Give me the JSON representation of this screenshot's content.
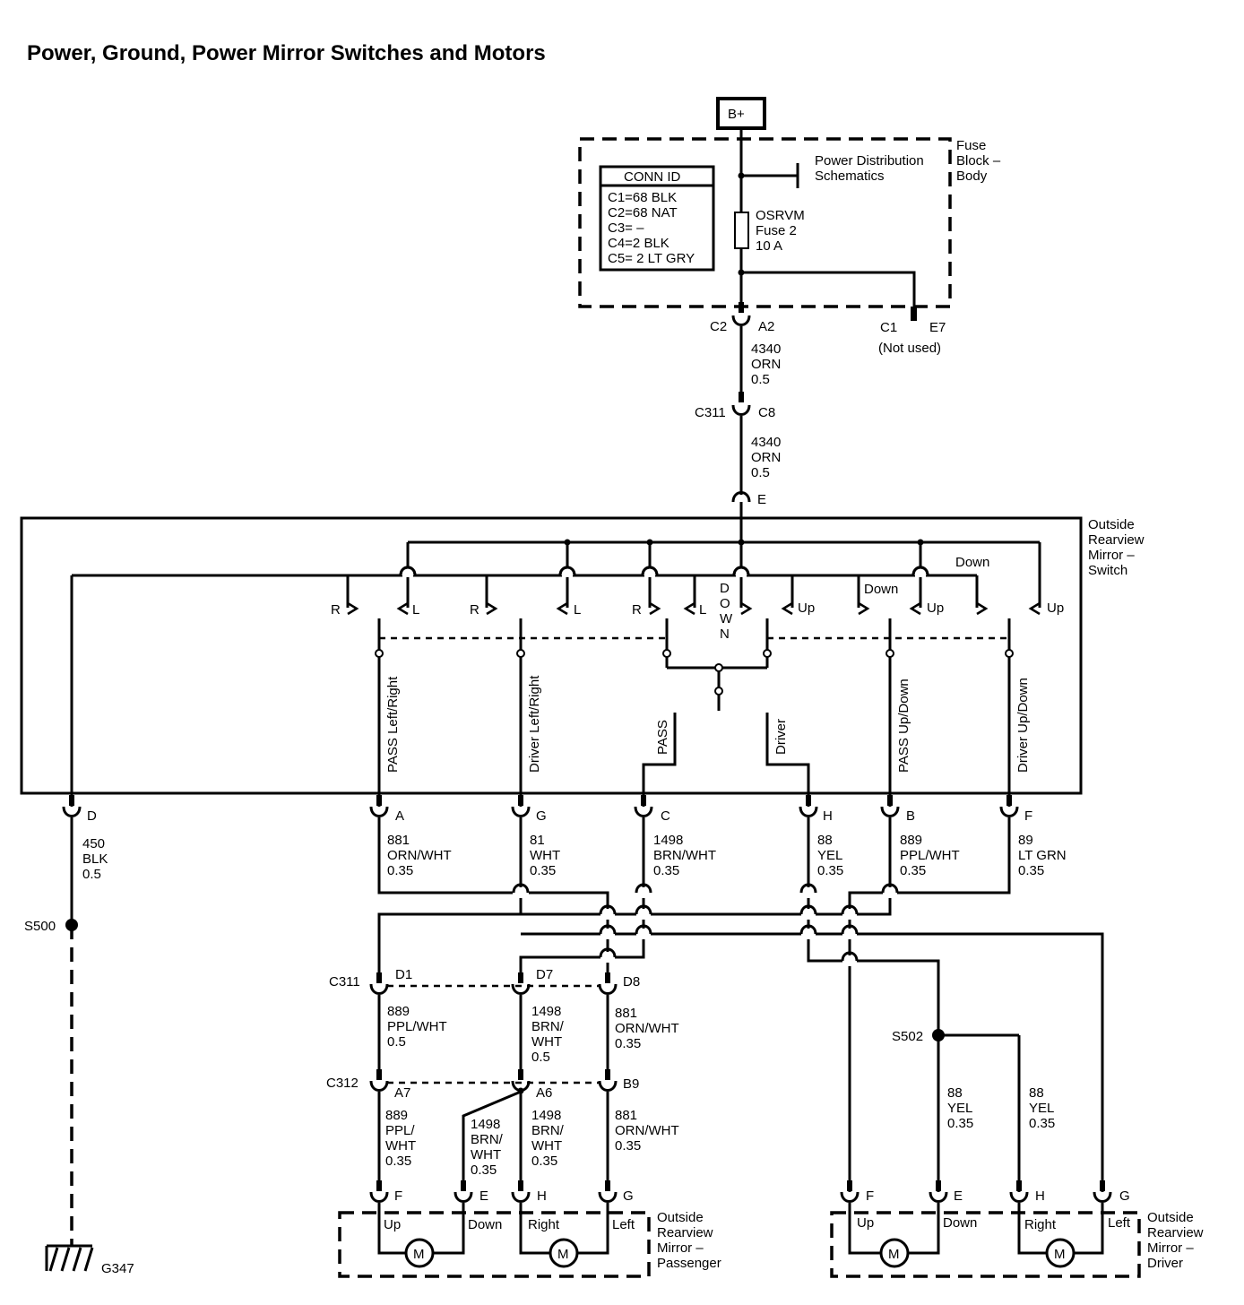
{
  "title": "Power, Ground, Power Mirror Switches and Motors",
  "battery": "B+",
  "fuse_block": {
    "name": [
      "Fuse",
      "Block –",
      "Body"
    ],
    "power_distribution": [
      "Power Distribution",
      "Schematics"
    ],
    "fuse": [
      "OSRVM",
      "Fuse 2",
      "10 A"
    ],
    "conn_id": {
      "title": "CONN ID",
      "rows": [
        "C1=68 BLK",
        "C2=68 NAT",
        "C3= –",
        "C4=2 BLK",
        "C5= 2 LT GRY"
      ]
    },
    "c2": "C2",
    "a2": "A2",
    "c1": "C1",
    "e7": "E7",
    "not_used": "(Not used)"
  },
  "wire_4340_a": [
    "4340",
    "ORN",
    "0.5"
  ],
  "c311_top": "C311",
  "c8": "C8",
  "wire_4340_b": [
    "4340",
    "ORN",
    "0.5"
  ],
  "pin_e": "E",
  "switch": {
    "name": [
      "Outside",
      "Rearview",
      "Mirror –",
      "Switch"
    ],
    "contacts": [
      "R",
      "L",
      "R",
      "L",
      "R",
      "L",
      "Up",
      "Down",
      "Up",
      "Up",
      "Down"
    ],
    "down_letters": [
      "D",
      "O",
      "W",
      "N"
    ],
    "sections": [
      "PASS Left/Right",
      "Driver Left/Right",
      "PASS",
      "Driver",
      "PASS Up/Down",
      "Driver Up/Down"
    ]
  },
  "pins": [
    "D",
    "A",
    "G",
    "C",
    "H",
    "B",
    "F"
  ],
  "wires": [
    [
      "450",
      "BLK",
      "0.5"
    ],
    [
      "881",
      "ORN/WHT",
      "0.35"
    ],
    [
      "81",
      "WHT",
      "0.35"
    ],
    [
      "1498",
      "BRN/WHT",
      "0.35"
    ],
    [
      "88",
      "YEL",
      "0.35"
    ],
    [
      "889",
      "PPL/WHT",
      "0.35"
    ],
    [
      "89",
      "LT GRN",
      "0.35"
    ]
  ],
  "splices": {
    "s500": "S500",
    "s502": "S502"
  },
  "ground": "G347",
  "c311": {
    "name": "C311",
    "pins": [
      "D1",
      "D7",
      "D8"
    ]
  },
  "c311_wires": [
    [
      "889",
      "PPL/WHT",
      "0.5"
    ],
    [
      "1498",
      "BRN/",
      "WHT",
      "0.5"
    ],
    [
      "881",
      "ORN/WHT",
      "0.35"
    ]
  ],
  "c312": {
    "name": "C312",
    "pins": [
      "A7",
      "A6",
      "B9"
    ]
  },
  "c312_wires": [
    [
      "889",
      "PPL/",
      "WHT",
      "0.35"
    ],
    [
      "1498",
      "BRN/",
      "WHT",
      "0.35"
    ],
    [
      "1498",
      "BRN/",
      "WHT",
      "0.35"
    ],
    [
      "881",
      "ORN/WHT",
      "0.35"
    ]
  ],
  "s502_wires": [
    [
      "88",
      "YEL",
      "0.35"
    ],
    [
      "88",
      "YEL",
      "0.35"
    ]
  ],
  "motor_pins": [
    "F",
    "E",
    "H",
    "G"
  ],
  "motor_labels": [
    "Up",
    "Down",
    "Right",
    "Left"
  ],
  "motor_symbol": "M",
  "mirror_passenger": [
    "Outside",
    "Rearview",
    "Mirror –",
    "Passenger"
  ],
  "mirror_driver": [
    "Outside",
    "Rearview",
    "Mirror –",
    "Driver"
  ]
}
